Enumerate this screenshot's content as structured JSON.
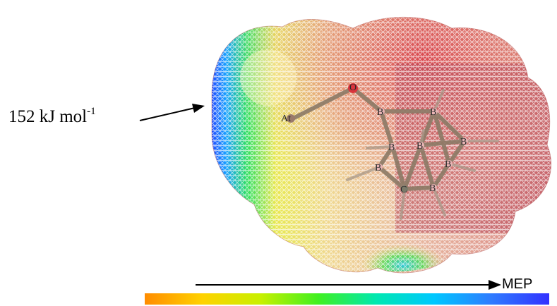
{
  "energy": {
    "value": "152 kJ mol",
    "superscript": "-1"
  },
  "mep": {
    "label": "MEP"
  },
  "molecule": {
    "atoms": [
      "At",
      "O",
      "B",
      "B",
      "B",
      "B",
      "B",
      "B",
      "B",
      "B",
      "C"
    ]
  },
  "colors": {
    "scale": [
      "#ff8c00",
      "#ffd200",
      "#c8f000",
      "#40f020",
      "#00e8b0",
      "#00c8ff",
      "#2f7bff",
      "#3232ff"
    ],
    "mesh_red": "#d44a4a",
    "mesh_yellow": "#e6b450",
    "mesh_green": "#3bd04a",
    "mesh_blue": "#2020ff",
    "bond": "#8a7a66"
  },
  "icons": {
    "pointer": "arrow-right-icon",
    "axis": "arrow-right-icon"
  }
}
